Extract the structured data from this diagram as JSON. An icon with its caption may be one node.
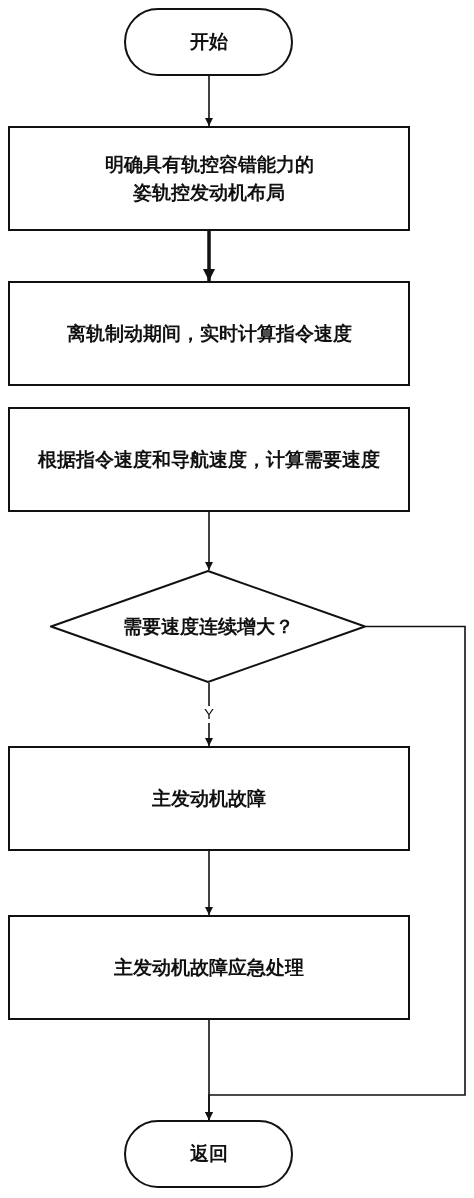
{
  "diagram": {
    "nodes": [
      {
        "text": [
          "开始"
        ]
      },
      {
        "text": [
          "明确具有轨控容错能力的姿轨控发动机布局"
        ]
      },
      {
        "text": [
          "离轨制动期间，实时计算指令速度"
        ]
      },
      {
        "text": [
          "根据指令速度和导航速度，计算需要速度"
        ]
      },
      {
        "text": [
          "需要速度连续增大？"
        ]
      },
      {
        "text": [
          "主发动机故障"
        ]
      },
      {
        "text": [
          "主发动机故障应急处理"
        ]
      },
      {
        "text": [
          "返回"
        ]
      }
    ],
    "edges": [
      {
        "from": 0,
        "to": 1,
        "arrow": "to"
      },
      {
        "from": 1,
        "to": 2,
        "arrow": "to",
        "style": "thick"
      },
      {
        "from": 3,
        "to": 4,
        "arrow": "to"
      },
      {
        "from": 4,
        "to": 5,
        "arrow": "to",
        "label": "Y"
      },
      {
        "from": 5,
        "to": 6,
        "arrow": "to"
      },
      {
        "from": 6,
        "to": 7,
        "arrow": "to"
      },
      {
        "from": 4,
        "to": 7,
        "arrow": "to"
      }
    ]
  }
}
